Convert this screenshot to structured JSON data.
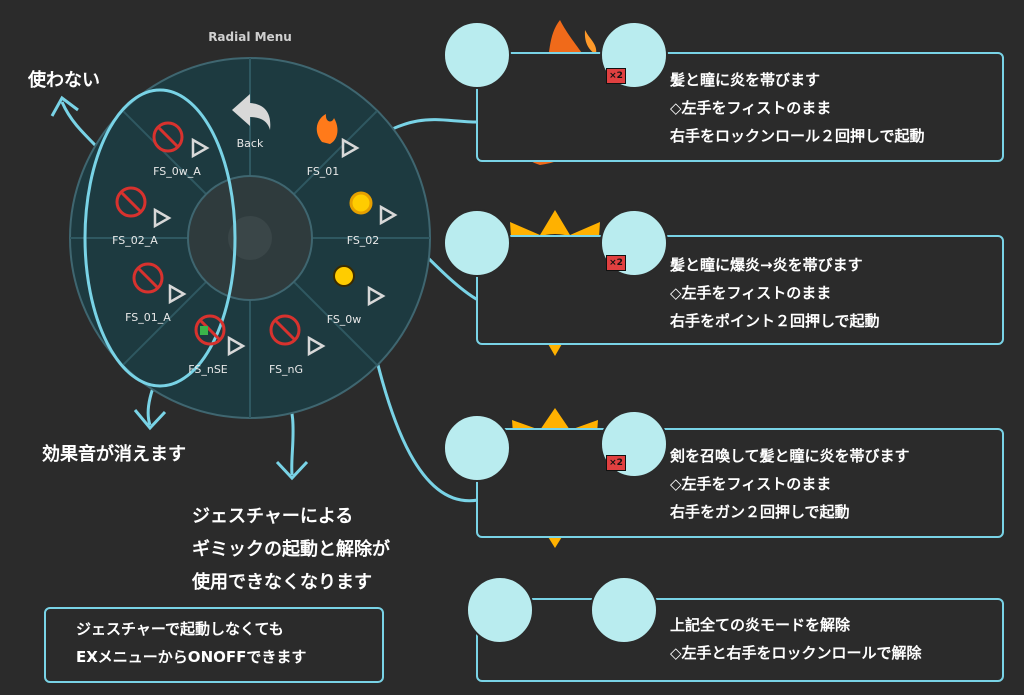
{
  "radial_menu": {
    "title": "Radial Menu",
    "back_label": "Back",
    "slots": [
      {
        "label": "FS_01"
      },
      {
        "label": "FS_02"
      },
      {
        "label": "FS_0w"
      },
      {
        "label": "FS_nG"
      },
      {
        "label": "FS_nSE"
      },
      {
        "label": "FS_01_A"
      },
      {
        "label": "FS_02_A"
      },
      {
        "label": "FS_0w_A"
      }
    ]
  },
  "annotations": {
    "unused": "使わない",
    "sound_off": "効果音が消えます",
    "gesture_off_1": "ジェスチャーによる",
    "gesture_off_2": "ギミックの起動と解除が",
    "gesture_off_3": "使用できなくなります",
    "exmenu_1": "ジェスチャーで起動しなくても",
    "exmenu_2": "EXメニューからONOFFできます"
  },
  "modes": [
    {
      "badge": "×2",
      "line1": "髪と瞳に炎を帯びます",
      "line2": "◇左手をフィストのまま",
      "line3": "右手をロックンロール２回押しで起動"
    },
    {
      "badge": "×2",
      "line1": "髪と瞳に爆炎→炎を帯びます",
      "line2": "◇左手をフィストのまま",
      "line3": "右手をポイント２回押しで起動"
    },
    {
      "badge": "×2",
      "line1": "剣を召喚して髪と瞳に炎を帯びます",
      "line2": "◇左手をフィストのまま",
      "line3": "右手をガン２回押しで起動"
    },
    {
      "line1": "上記全ての炎モードを解除",
      "line2": "◇左手と右手をロックンロールで解除"
    }
  ],
  "colors": {
    "background": "#2b2b2b",
    "accent": "#79d3e6",
    "wheel": "#1d3a40",
    "disabled_red": "#d8322e"
  }
}
